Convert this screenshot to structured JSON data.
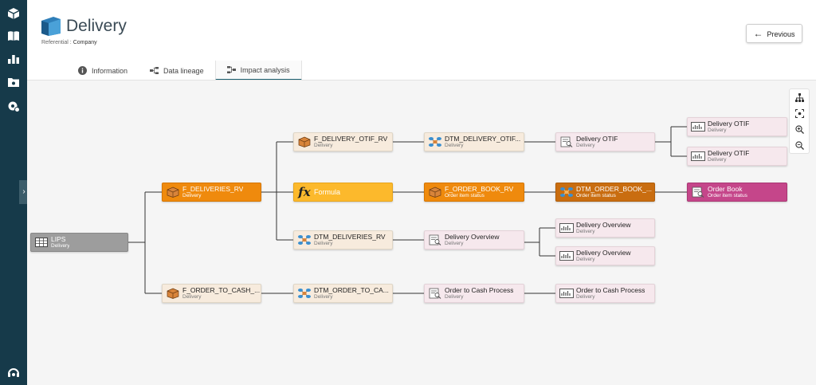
{
  "header": {
    "title": "Delivery",
    "subtitle_label": "Referential :",
    "subtitle_value": "Company",
    "previous_label": "Previous"
  },
  "tabs": [
    {
      "label": "Information",
      "icon": "info-icon"
    },
    {
      "label": "Data lineage",
      "icon": "lineage-icon"
    },
    {
      "label": "Impact analysis",
      "icon": "impact-icon",
      "active": true
    }
  ],
  "sidebar": {
    "items": [
      "cube-icon",
      "book-icon",
      "chart-icon",
      "folder-icon",
      "settings-icon"
    ],
    "bottom": "support-icon"
  },
  "toolbar": [
    "hierarchy-icon",
    "fit-icon",
    "zoom-in-icon",
    "zoom-out-icon"
  ],
  "colors": {
    "rail": "#163a4a",
    "table_highlight": "#ef8a0d",
    "datamart_highlight": "#c96d10",
    "formula": "#fcb92c",
    "report_highlight": "#c5468a",
    "source": "#9d9d9d"
  },
  "graph": {
    "nodes": {
      "lips": {
        "name": "LIPS",
        "sub": "Delivery"
      },
      "f_deliveries_rv": {
        "name": "F_DELIVERIES_RV",
        "sub": "Delivery"
      },
      "f_order_to_cash": {
        "name": "F_ORDER_TO_CASH_...",
        "sub": "Delivery"
      },
      "f_delivery_otif_rv": {
        "name": "F_DELIVERY_OTIF_RV",
        "sub": "Delivery"
      },
      "formula": {
        "name": "Formula",
        "sub": ""
      },
      "dtm_deliveries_rv": {
        "name": "DTM_DELIVERIES_RV",
        "sub": "Delivery"
      },
      "dtm_order_to_cash": {
        "name": "DTM_ORDER_TO_CA...",
        "sub": "Delivery"
      },
      "dtm_delivery_otif": {
        "name": "DTM_DELIVERY_OTIF...",
        "sub": "Delivery"
      },
      "f_order_book_rv": {
        "name": "F_ORDER_BOOK_RV",
        "sub": "Order item status"
      },
      "delivery_overview_1": {
        "name": "Delivery Overview",
        "sub": "Delivery"
      },
      "order_to_cash_process_1": {
        "name": "Order to Cash Process",
        "sub": "Delivery"
      },
      "delivery_otif_1": {
        "name": "Delivery OTIF",
        "sub": "Delivery"
      },
      "dtm_order_book": {
        "name": "DTM_ORDER_BOOK_...",
        "sub": "Order item status"
      },
      "delivery_overview_2": {
        "name": "Delivery Overview",
        "sub": "Delivery"
      },
      "delivery_overview_3": {
        "name": "Delivery Overview",
        "sub": "Delivery"
      },
      "order_to_cash_process_2": {
        "name": "Order to Cash Process",
        "sub": "Delivery"
      },
      "delivery_otif_2": {
        "name": "Delivery OTIF",
        "sub": "Delivery"
      },
      "delivery_otif_3": {
        "name": "Delivery OTIF",
        "sub": "Delivery"
      },
      "order_book": {
        "name": "Order Book",
        "sub": "Order item status"
      }
    }
  }
}
